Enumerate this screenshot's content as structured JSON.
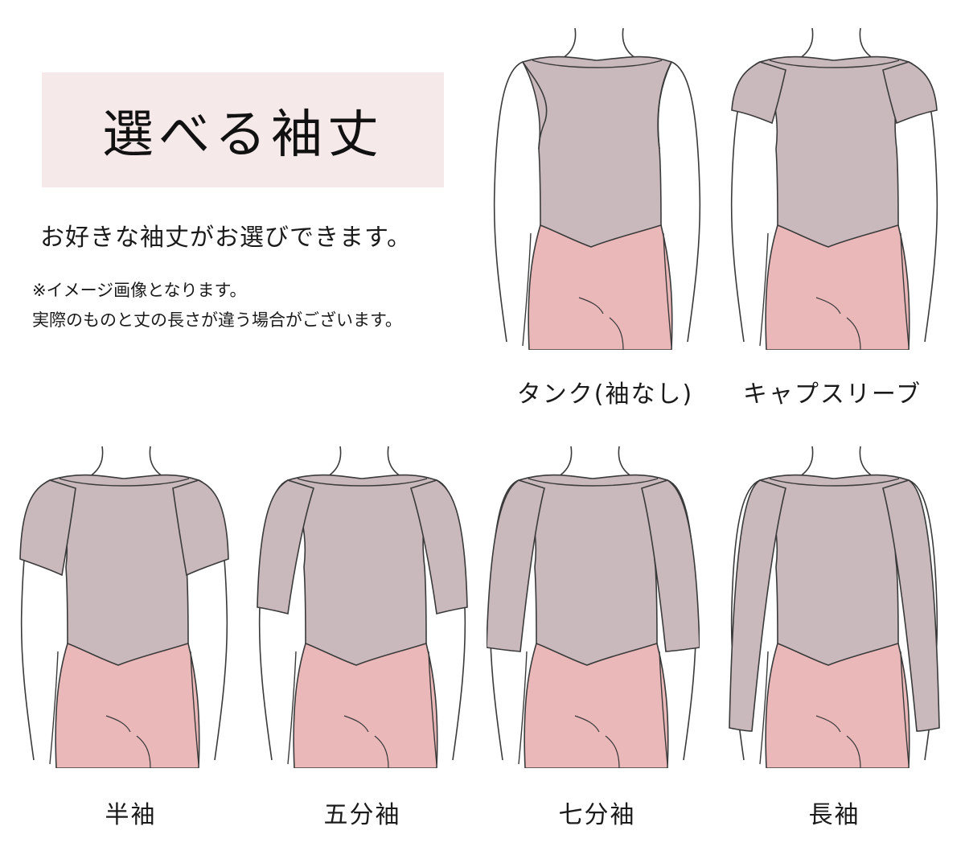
{
  "heading": {
    "title": "選べる袖丈",
    "subtitle": "お好きな袖丈がお選びできます。",
    "note_line1": "※イメージ画像となります。",
    "note_line2": "実際のものと丈の長さが違う場合がございます。"
  },
  "colors": {
    "title_bg": "#f6e9ea",
    "leotard": "#c9b9bd",
    "tights": "#ebb8b9",
    "outline": "#3a3a3a"
  },
  "sleeves": [
    {
      "label": "タンク(袖なし)",
      "sleeve": "none"
    },
    {
      "label": "キャプスリーブ",
      "sleeve": "cap"
    },
    {
      "label": "半袖",
      "sleeve": "short"
    },
    {
      "label": "五分袖",
      "sleeve": "half"
    },
    {
      "label": "七分袖",
      "sleeve": "three-quarter"
    },
    {
      "label": "長袖",
      "sleeve": "long"
    }
  ]
}
